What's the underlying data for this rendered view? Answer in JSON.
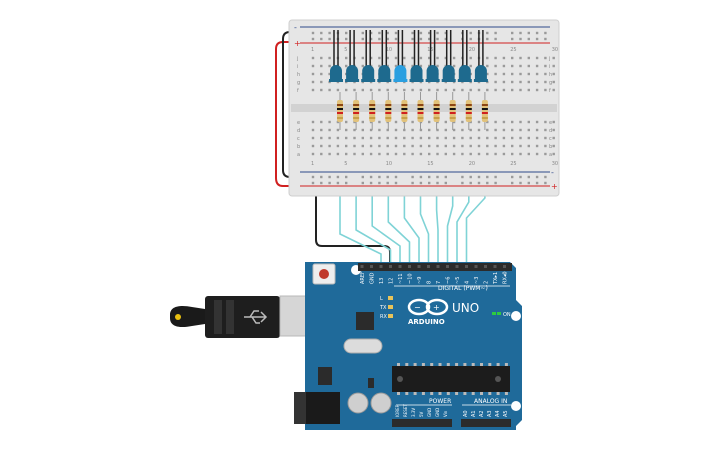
{
  "breadboard": {
    "row_letters_top": [
      "j",
      "i",
      "h",
      "g",
      "f"
    ],
    "row_letters_bottom": [
      "e",
      "d",
      "c",
      "b",
      "a"
    ],
    "column_numbers": [
      "1",
      "5",
      "10",
      "15",
      "20",
      "25",
      "30"
    ],
    "rail_plus": "+",
    "rail_minus": "-",
    "led_count": 10,
    "lit_led_index": 4,
    "colors": {
      "body": "#e6e6e6",
      "led_off": "#1e6a8e",
      "led_on": "#2a9fe0",
      "rail_red": "#d02020",
      "rail_blue": "#2f4a8a",
      "resistor": "#e2c27a"
    }
  },
  "arduino": {
    "brand": "ARDUINO",
    "model": "UNO",
    "digital_header_label": "DIGITAL (PWM~)",
    "digital_pins": [
      "AREF",
      "GND",
      "13",
      "12",
      "~11",
      "~10",
      "~9",
      "8",
      "7",
      "~6",
      "~5",
      "4",
      "~3",
      "2",
      "TX▸1",
      "RX◂0"
    ],
    "power_label": "POWER",
    "power_pins": [
      "IOREF",
      "RESET",
      "3.3V",
      "5V",
      "GND",
      "GND",
      "Vin"
    ],
    "analog_label": "ANALOG IN",
    "analog_pins": [
      "A0",
      "A1",
      "A2",
      "A3",
      "A4",
      "A5"
    ],
    "leds": [
      "L",
      "TX",
      "RX"
    ],
    "on_label": "ON",
    "colors": {
      "board": "#1f6a9a",
      "header": "#2b2b2b",
      "text": "#ffffff"
    }
  },
  "wires": {
    "signal_color": "#7fd3d6",
    "ground_color": "#222222",
    "power_color": "#d02020",
    "connected_pins": [
      "13",
      "12",
      "~11",
      "~10",
      "~9",
      "8",
      "7",
      "~6",
      "~5",
      "4"
    ]
  }
}
